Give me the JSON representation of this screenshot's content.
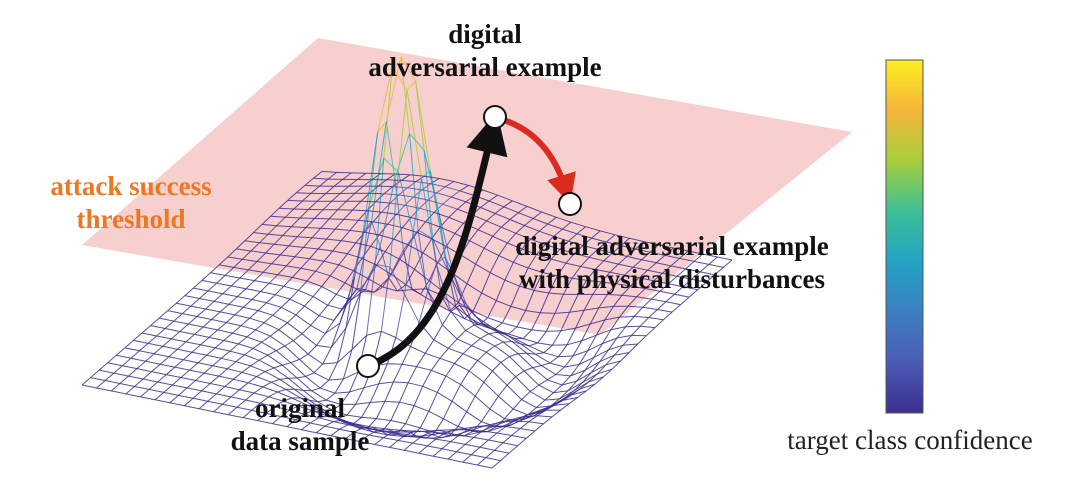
{
  "labels": {
    "digital_adversarial": [
      "digital",
      "adversarial example"
    ],
    "attack_threshold": [
      "attack success",
      "threshold"
    ],
    "physical_disturbed": [
      "digital adversarial example",
      "with physical disturbances"
    ],
    "original_sample": [
      "original",
      "data sample"
    ],
    "colorbar": "target class confidence"
  },
  "colors": {
    "threshold_plane": "#f7c7c7",
    "threshold_label": "#ee7722",
    "attack_arrow": "#111111",
    "disturbance_arrow": "#dd2a1f",
    "mesh_low": "#3a3aa8"
  },
  "colorbar_gradient": [
    "#fcee21",
    "#f5b53b",
    "#a7cf3b",
    "#3dbf97",
    "#23a3c4",
    "#3d7fc2",
    "#4a5bb5",
    "#3c2f8f"
  ]
}
